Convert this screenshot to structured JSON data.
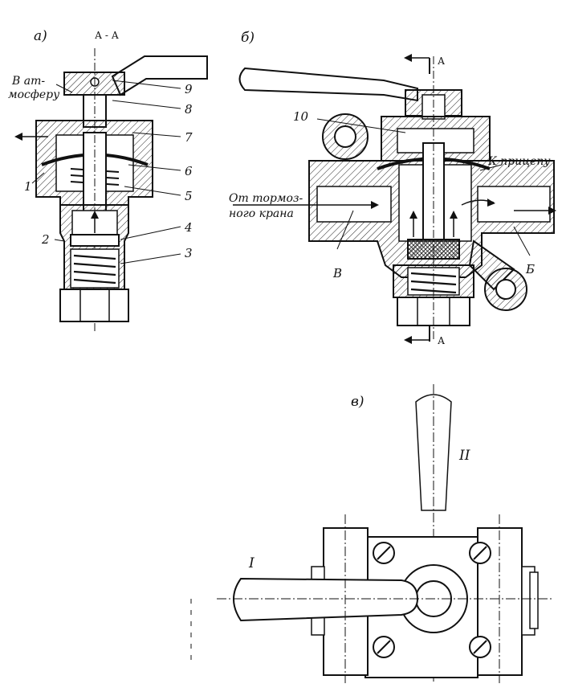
{
  "labels": {
    "view_a": "а)",
    "section": "А - А",
    "view_b": "б)",
    "view_c": "в)",
    "atmosphere_1": "В ат-",
    "atmosphere_2": "мосферу",
    "to_trailer": "К прицепу",
    "from_brake_1": "От тормоз-",
    "from_brake_2": "ного крана",
    "port_v": "В",
    "port_b": "Б",
    "a_top": "А",
    "a_bottom": "А",
    "position_i": "I",
    "position_ii": "II"
  },
  "parts": {
    "p1": "1",
    "p2": "2",
    "p3": "3",
    "p4": "4",
    "p5": "5",
    "p6": "6",
    "p7": "7",
    "p8": "8",
    "p9": "9",
    "p10": "10"
  }
}
